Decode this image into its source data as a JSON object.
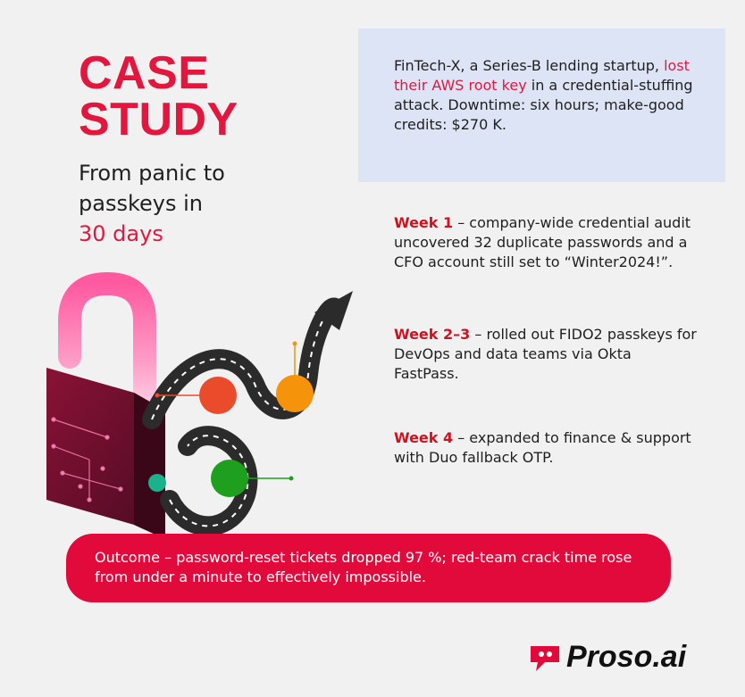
{
  "header": {
    "title_line1": "CASE",
    "title_line2": "STUDY",
    "subtitle_line1": "From panic to",
    "subtitle_line2": "passkeys in",
    "subtitle_line3": "30 days"
  },
  "summary": {
    "pre": "FinTech-X, a Series-B lending startup, ",
    "highlight": "lost their AWS root key",
    "post": " in a credential-stuffing attack. Downtime: six hours; make-good credits: $270 K."
  },
  "timeline": [
    {
      "label": "Week 1",
      "text": " – company-wide credential audit uncovered 32 duplicate passwords and a CFO account still set to “Winter2024!”."
    },
    {
      "label": "Week 2–3",
      "text": " – rolled out FIDO2 passkeys for DevOps and data teams via Okta FastPass."
    },
    {
      "label": "Week 4",
      "text": " – expanded to finance & support with Duo fallback OTP."
    }
  ],
  "outcome": {
    "text": "Outcome – password-reset tickets dropped 97 %; red-team crack time rose from under a minute to effectively impossible."
  },
  "brand": {
    "name": "Proso.ai",
    "logo_icon": "proso-logo-icon"
  },
  "colors": {
    "accent": "#e3173e",
    "summary_bg": "#dde4f5",
    "outcome_bg": "#e2093b",
    "background": "#f1f1f1"
  }
}
